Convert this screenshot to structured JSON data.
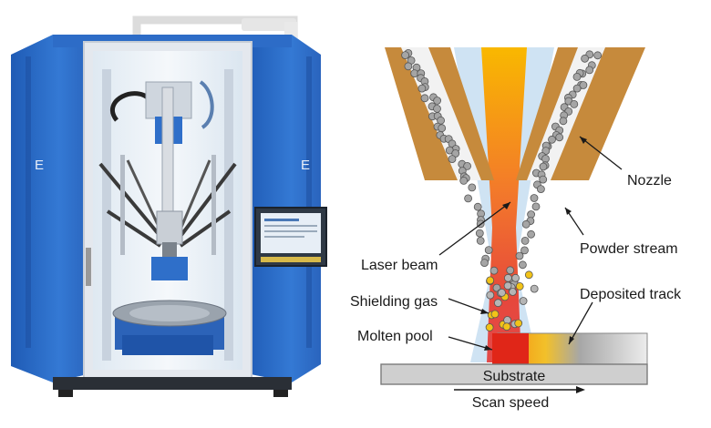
{
  "machine": {
    "brand_mark_left": "E",
    "brand_mark_right": "E"
  },
  "labels": {
    "nozzle": "Nozzle",
    "powder_stream": "Powder stream",
    "laser_beam": "Laser beam",
    "shielding_gas": "Shielding gas",
    "deposited_track": "Deposited track",
    "molten_pool": "Molten pool",
    "substrate": "Substrate",
    "scan_speed": "Scan speed"
  },
  "colors": {
    "machine_blue": "#2f6fc9",
    "machine_dark_blue": "#1f54a8",
    "nozzle_brown": "#c68a3c",
    "laser_yellow": "#f8b400",
    "laser_red": "#e8423a",
    "gas_blue": "#cfe3f3",
    "powder_gray": "#9a9a9a",
    "substrate_gray": "#cfcfcf"
  }
}
